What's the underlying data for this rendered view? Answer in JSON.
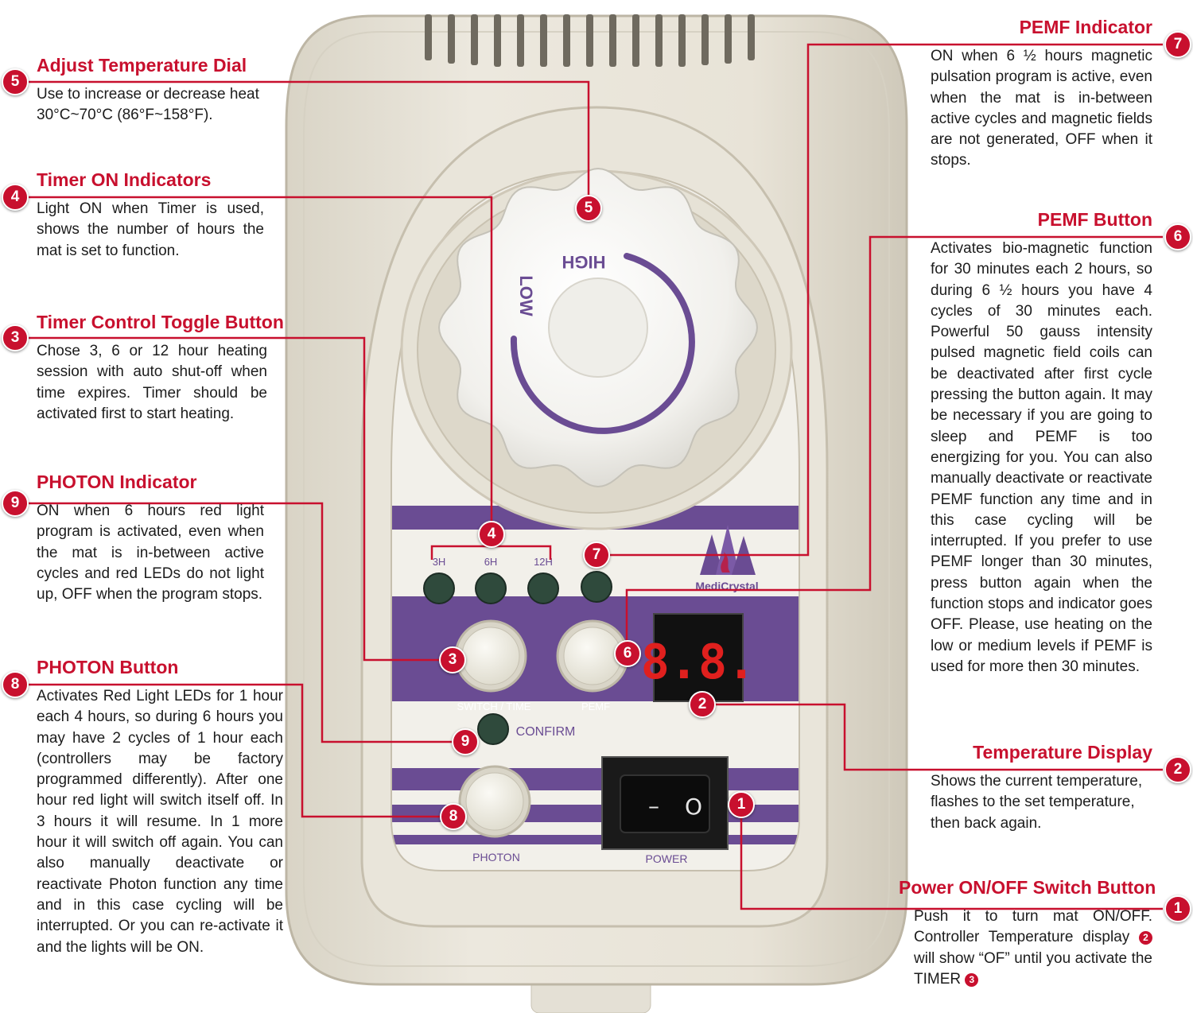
{
  "device": {
    "dial": {
      "high": "HIGH",
      "low": "LOW"
    },
    "timer_labels": [
      "3H",
      "6H",
      "12H"
    ],
    "brand": "MediCrystal",
    "display_value": "8.8.",
    "buttons": {
      "switch_time": "SWITCH / TIME",
      "pemf": "PEMF",
      "confirm": "CONFIRM",
      "photon": "PHOTON",
      "power": "POWER"
    },
    "rocker": {
      "off_symbol": "–",
      "on_symbol": "O"
    }
  },
  "callouts": {
    "c5": {
      "number": "5",
      "title": "Adjust Temperature Dial",
      "desc": "Use to increase or decrease heat 30°C~70°C (86°F~158°F)."
    },
    "c4": {
      "number": "4",
      "title": "Timer ON Indicators",
      "desc": "Light ON when Timer is used, shows the number of hours the mat is set to function."
    },
    "c3": {
      "number": "3",
      "title": "Timer Control Toggle Button",
      "desc": "Chose 3, 6 or 12 hour heating session with auto shut-off when time expires. Timer should be activated first to start heating."
    },
    "c9": {
      "number": "9",
      "title": "PHOTON Indicator",
      "desc": "ON when 6 hours red light program is activated, even when the mat is in-between active cycles and red LEDs do not light up, OFF when the program stops."
    },
    "c8": {
      "number": "8",
      "title": "PHOTON Button",
      "desc": "Activates Red Light LEDs for 1 hour each 4 hours, so during 6 hours you may have 2 cycles of 1 hour each (controllers may be factory programmed differently). After one hour red light will switch itself off. In 3 hours it will resume. In 1 more hour it will switch off again. You can also manually deactivate or reactivate Photon function any time and in this case cycling will be interrupted. Or you can re-activate it and the lights will be ON."
    },
    "c7": {
      "number": "7",
      "title": "PEMF Indicator",
      "desc": "ON when 6 ½ hours magnetic pulsation program is active, even when the mat is in-between active cycles and magnetic fields are not generated, OFF when it stops."
    },
    "c6": {
      "number": "6",
      "title": "PEMF Button",
      "desc": "Activates bio-magnetic function for 30 minutes each 2 hours, so during 6 ½ hours you have 4 cycles of 30 minutes each. Powerful 50 gauss intensity pulsed magnetic field coils can be deactivated after first cycle pressing the button again. It may be necessary if you are going to sleep and PEMF is too energizing for you. You can also manually deactivate or reactivate PEMF function any time and in this case cycling will be interrupted. If you prefer to use PEMF longer than 30 minutes, press button again when the function stops and indicator goes OFF. Please, use heating on the low or medium levels if PEMF is used for more then 30 minutes."
    },
    "c2": {
      "number": "2",
      "title": "Temperature Display",
      "desc": "Shows the current temperature, flashes to the set temperature, then back again."
    },
    "c1": {
      "number": "1",
      "title": "Power ON/OFF Switch Button",
      "desc_part1": "Push it to turn mat ON/OFF. Controller Temperature display",
      "ref1": "2",
      "desc_part2": "will show “OF” until you activate the TIMER",
      "ref2": "3"
    }
  },
  "colors": {
    "accent_red": "#c8102e",
    "housing": "#ebe7dc",
    "stripe_purple": "#6a4c93",
    "indicator_green": "#2f4a3c",
    "display_red": "#e0201e"
  }
}
